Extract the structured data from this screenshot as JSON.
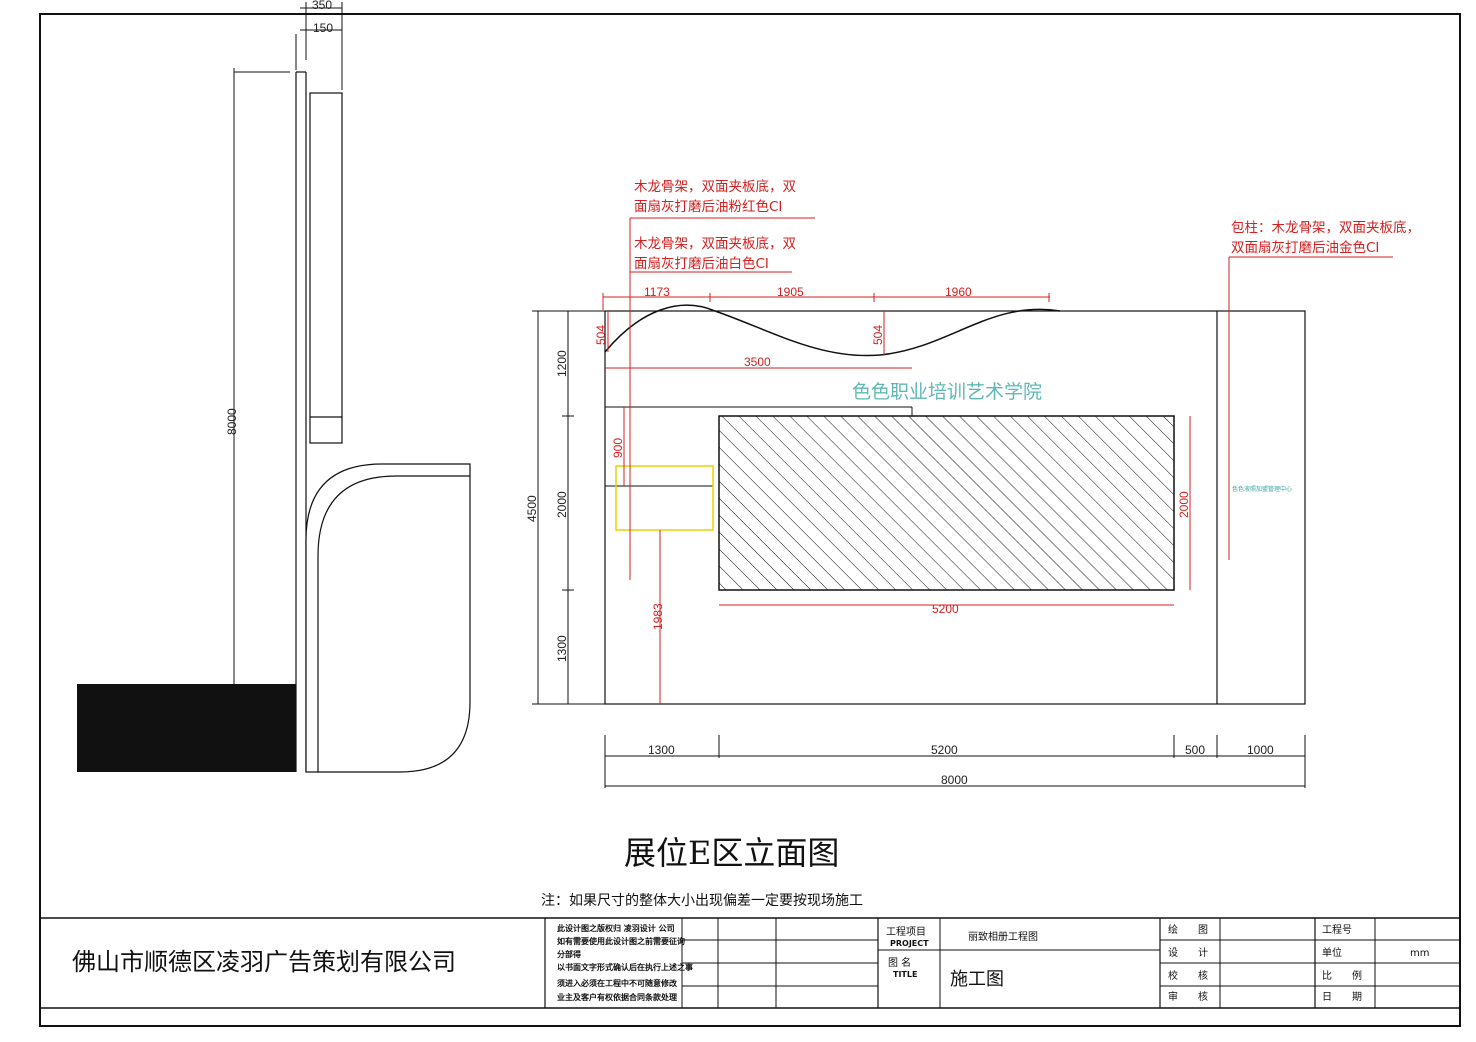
{
  "drawing": {
    "title": "展位E区立面图",
    "note": "注：如果尺寸的整体大小出现偏差一定要按现场施工",
    "logo_text": "色色职业培训艺术学院",
    "pillar_text": "色色液照加盟管理中心"
  },
  "side_view": {
    "dims": {
      "top_a": "350",
      "top_b": "150",
      "height": "8000"
    }
  },
  "front_view": {
    "wave_dims": [
      "1173",
      "1905",
      "1960"
    ],
    "wave_height": "504",
    "wave_height_2": "504",
    "sign_width": "3500",
    "sign_drop": "900",
    "sign_bottom": "1983",
    "screen_height": "2000",
    "screen_width": "5200",
    "left_dims": [
      "1200",
      "2000",
      "1300"
    ],
    "total_height": "4500",
    "bottom_dims": [
      "1300",
      "5200",
      "500",
      "1000"
    ],
    "total_width": "8000"
  },
  "annotations": {
    "note1_line1": "木龙骨架，双面夹板底，双",
    "note1_line2": "面扇灰打磨后油粉红色CI",
    "note2_line1": "木龙骨架，双面夹板底，双",
    "note2_line2": "面扇灰打磨后油白色CI",
    "note3_line1": "包柱：木龙骨架，双面夹板底，",
    "note3_line2": "双面扇灰打磨后油金色CI"
  },
  "title_block": {
    "company": "佛山市顺德区凌羽广告策划有限公司",
    "disclaimer": [
      "此设计图之版权归 凌羽设计 公司",
      "如有需要使用此设计图之前需要征询",
      "分部得",
      "以书面文字形式确认后在执行上述之事",
      "须进入必须在工程中不可随意修改",
      "业主及客户有权依据合同条款处理"
    ],
    "project_label": "工程项目",
    "project_label_en": "PROJECT",
    "project_name": "丽致相册工程图",
    "drawing_label": "图 名",
    "drawing_label_en": "TITLE",
    "drawing_name": "施工图",
    "draw_label": "绘　　图",
    "design_label": "设　　计",
    "check_label": "校　　核",
    "approve_label": "审　　核",
    "project_no_label": "工程号",
    "unit_label": "单位",
    "unit_value": "mm",
    "scale_label": "比　　例",
    "date_label": "日　　期"
  }
}
